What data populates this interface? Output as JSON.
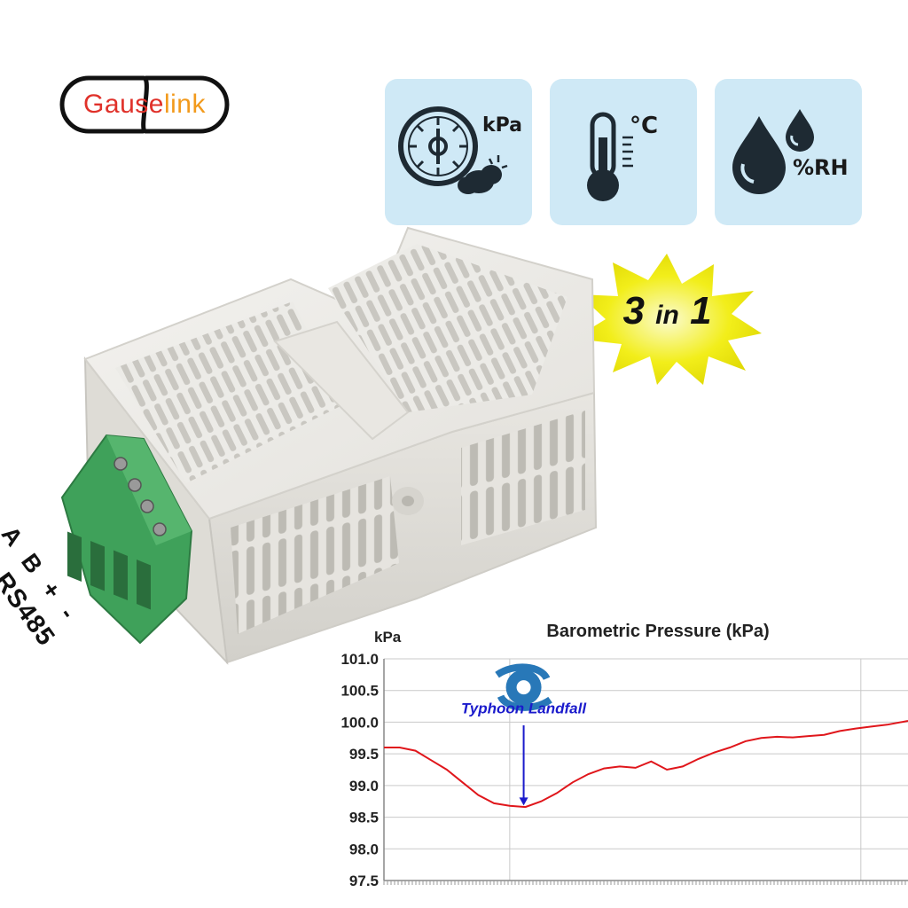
{
  "brand": {
    "name_part1": "Gause",
    "name_part2": "link"
  },
  "features": [
    {
      "icon": "barometer-icon",
      "label": "kPa"
    },
    {
      "icon": "thermometer-icon",
      "label": "°C"
    },
    {
      "icon": "humidity-drops-icon",
      "label": "%RH"
    }
  ],
  "badge": {
    "text_big_1": "3",
    "text_small": "in",
    "text_big_2": "1"
  },
  "terminal": {
    "pins_label": "A B +  -",
    "bus_label": "RS485"
  },
  "colors": {
    "tile_bg": "#cfe9f6",
    "badge_yellow": "#f2ee1a",
    "terminal_green": "#3fa15a",
    "line_red": "#e0161b",
    "annotation_blue": "#1b1bcc"
  },
  "chart_data": {
    "type": "line",
    "title": "Barometric Pressure (kPa)",
    "ylabel": "kPa",
    "xlabel": "",
    "ylim": [
      97.5,
      101.0
    ],
    "yticks": [
      "101.0",
      "100.5",
      "100.0",
      "99.5",
      "99.0",
      "98.5",
      "98.0",
      "97.5"
    ],
    "grid": true,
    "annotation": {
      "text": "Typhoon Landfall",
      "icon": "typhoon-icon",
      "x": 0.27,
      "y": 98.67
    },
    "series": [
      {
        "color": "#e0161b",
        "x": [
          0,
          0.03,
          0.06,
          0.09,
          0.12,
          0.15,
          0.18,
          0.21,
          0.24,
          0.27,
          0.3,
          0.33,
          0.36,
          0.39,
          0.42,
          0.45,
          0.48,
          0.51,
          0.54,
          0.57,
          0.6,
          0.63,
          0.66,
          0.69,
          0.72,
          0.75,
          0.78,
          0.81,
          0.84,
          0.87,
          0.9,
          0.93,
          0.96,
          1.0
        ],
        "values": [
          99.6,
          99.6,
          99.55,
          99.4,
          99.25,
          99.05,
          98.85,
          98.72,
          98.68,
          98.66,
          98.75,
          98.88,
          99.05,
          99.18,
          99.27,
          99.3,
          99.28,
          99.38,
          99.25,
          99.3,
          99.42,
          99.52,
          99.6,
          99.7,
          99.75,
          99.77,
          99.76,
          99.78,
          99.8,
          99.86,
          99.9,
          99.93,
          99.96,
          100.02
        ]
      }
    ]
  }
}
